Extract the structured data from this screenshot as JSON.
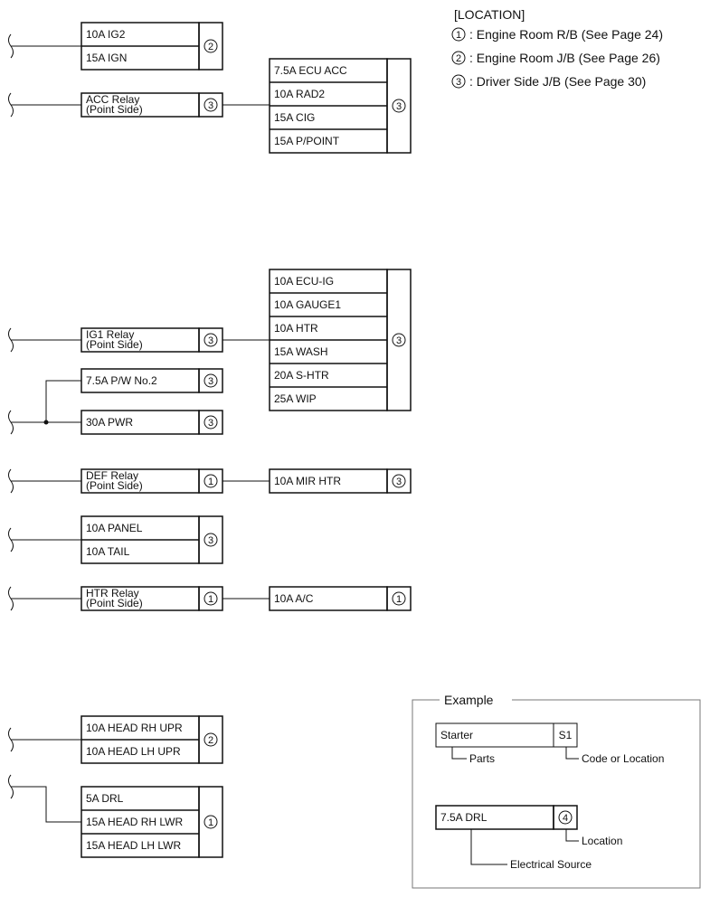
{
  "location": {
    "title": "[LOCATION]",
    "items": [
      {
        "num": "1",
        "text": ": Engine Room R/B (See Page 24)"
      },
      {
        "num": "2",
        "text": ": Engine Room J/B (See Page 26)"
      },
      {
        "num": "3",
        "text": ": Driver Side J/B (See Page 30)"
      }
    ]
  },
  "sources": {
    "s1": {
      "labels": [
        "10A IG2",
        "15A IGN"
      ],
      "loc": "2"
    },
    "s2": {
      "labels": [
        "ACC Relay",
        "(Point Side)"
      ],
      "loc": "3"
    },
    "s3": {
      "labels": [
        "IG1 Relay",
        "(Point Side)"
      ],
      "loc": "3"
    },
    "s4": {
      "labels": [
        "7.5A P/W No.2"
      ],
      "loc": "3"
    },
    "s5": {
      "labels": [
        "30A PWR"
      ],
      "loc": "3"
    },
    "s6": {
      "labels": [
        "DEF Relay",
        "(Point Side)"
      ],
      "loc": "1"
    },
    "s7": {
      "labels": [
        "10A PANEL",
        "10A TAIL"
      ],
      "loc": "3"
    },
    "s8": {
      "labels": [
        "HTR Relay",
        "(Point Side)"
      ],
      "loc": "1"
    },
    "s9": {
      "labels": [
        "10A HEAD RH UPR",
        "10A HEAD LH UPR"
      ],
      "loc": "2"
    },
    "s10": {
      "labels": [
        "5A DRL",
        "15A HEAD RH LWR",
        "15A HEAD LH LWR"
      ],
      "loc": "1"
    }
  },
  "fuses": {
    "f1": {
      "labels": [
        "7.5A ECU ACC",
        "10A RAD2",
        "15A CIG",
        "15A P/POINT"
      ],
      "loc": "3"
    },
    "f2": {
      "labels": [
        "10A ECU-IG",
        "10A GAUGE1",
        "10A HTR",
        "15A WASH",
        "20A S-HTR",
        "25A WIP"
      ],
      "loc": "3"
    },
    "f3": {
      "labels": [
        "10A MIR HTR"
      ],
      "loc": "3"
    },
    "f4": {
      "labels": [
        "10A A/C"
      ],
      "loc": "1"
    }
  },
  "example": {
    "title": "Example",
    "part": {
      "label": "Starter",
      "code": "S1"
    },
    "parts_caption": "Parts",
    "code_caption": "Code or Location",
    "source": {
      "label": "7.5A DRL",
      "loc": "4"
    },
    "location_caption": "Location",
    "source_caption": "Electrical Source"
  }
}
